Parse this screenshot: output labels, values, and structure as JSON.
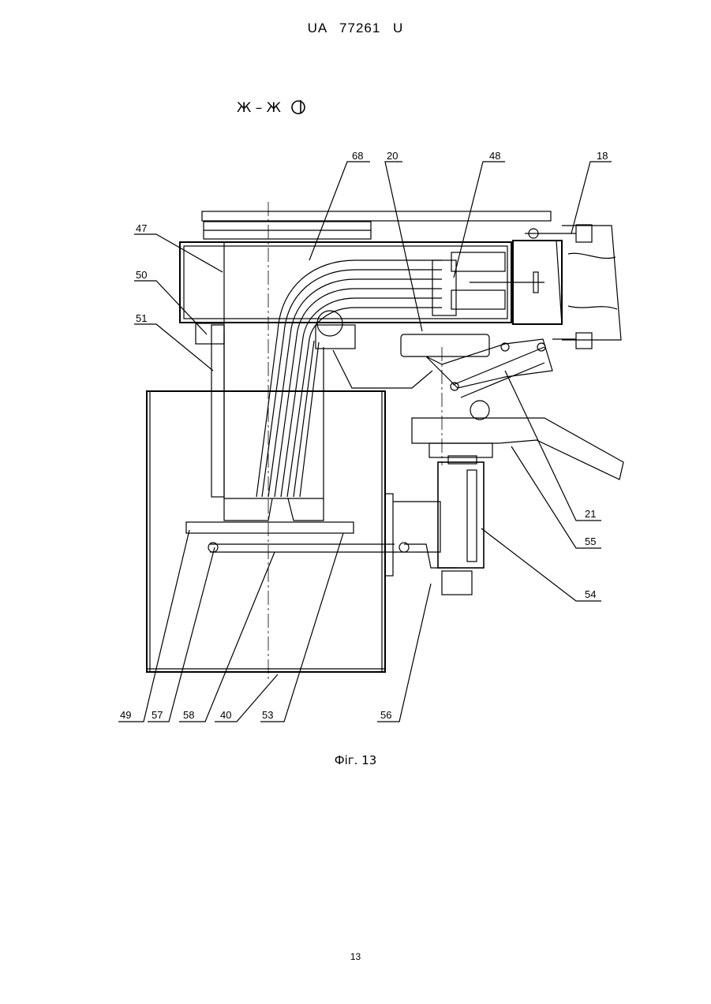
{
  "header": {
    "doc_number": "UA  77261  U"
  },
  "section": {
    "label": "Ж – Ж"
  },
  "figure": {
    "caption": "Фіг. 13",
    "callouts": {
      "c68": "68",
      "c20": "20",
      "c48": "48",
      "c18": "18",
      "c47": "47",
      "c50": "50",
      "c51": "51",
      "c21": "21",
      "c55": "55",
      "c54": "54",
      "c49": "49",
      "c57": "57",
      "c58": "58",
      "c40": "40",
      "c53": "53",
      "c56": "56"
    }
  },
  "footer": {
    "page_number": "13"
  }
}
